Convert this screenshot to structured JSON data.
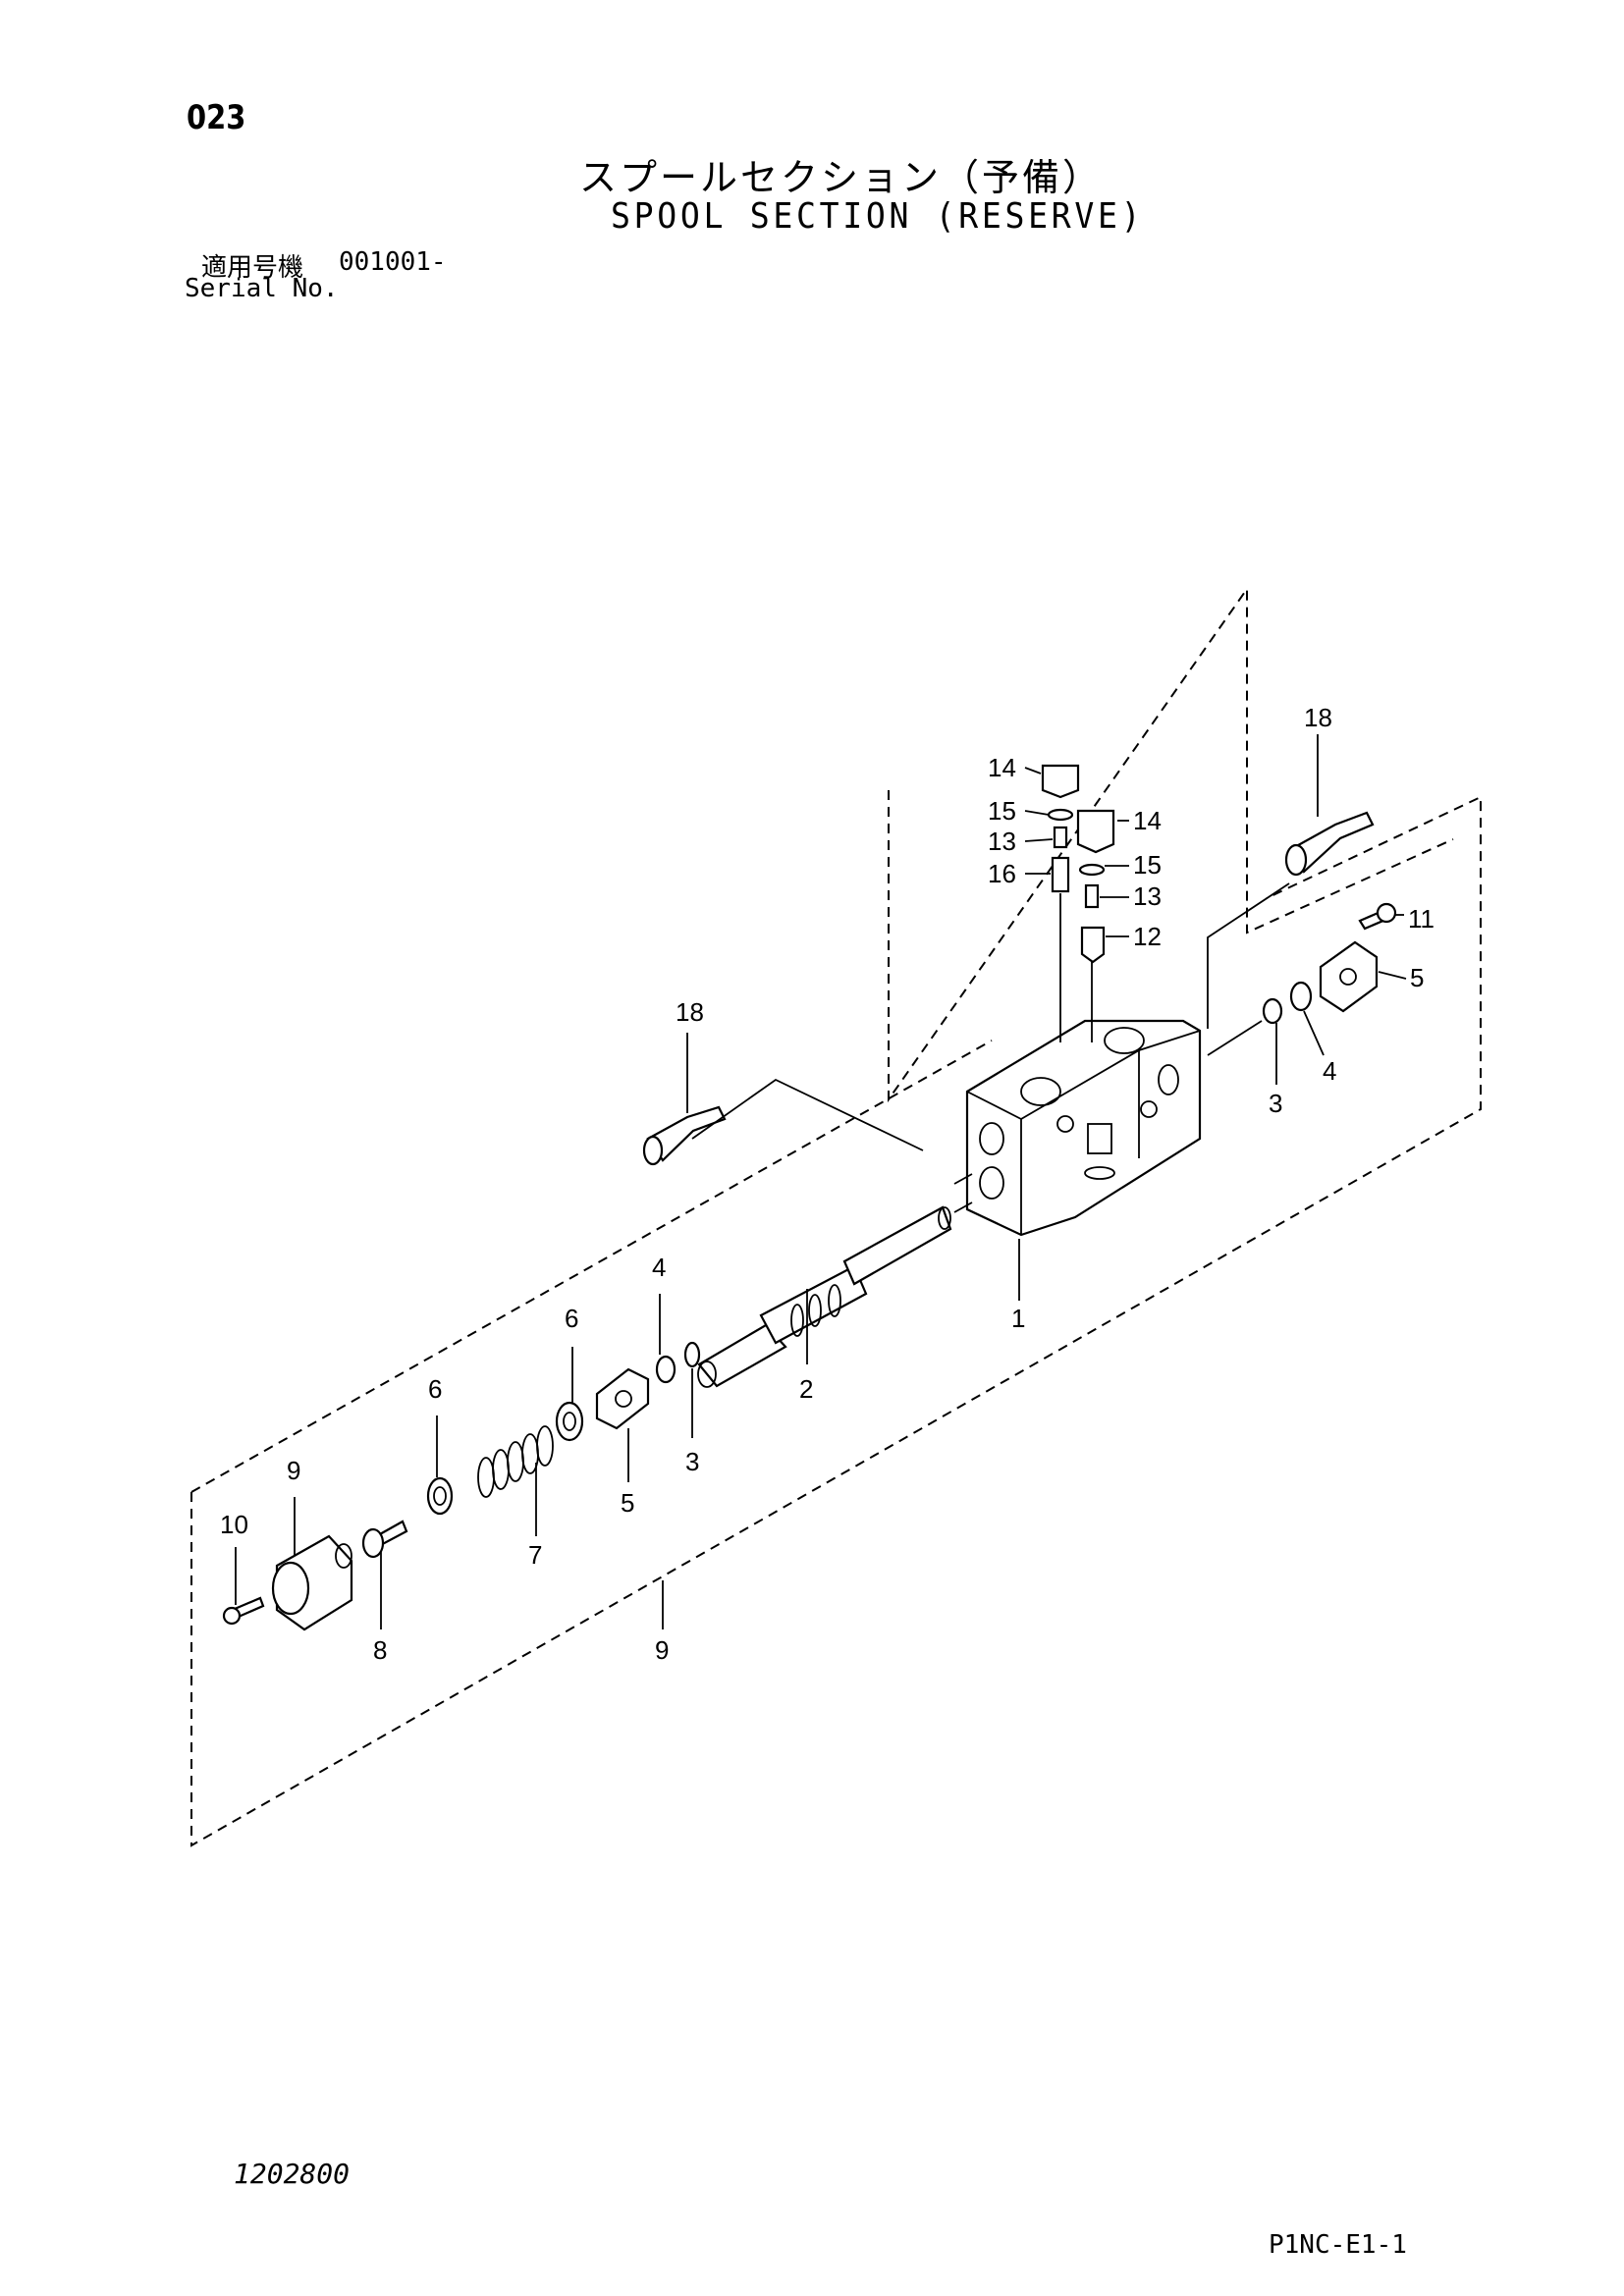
{
  "header": {
    "page_number": "023",
    "title_jp": "スプールセクション（予備）",
    "title_en": "SPOOL SECTION (RESERVE)",
    "serial_label_jp": "適用号機",
    "serial_value": "001001-",
    "serial_label_en": "Serial No."
  },
  "callouts": {
    "c1": "1",
    "c2": "2",
    "c3a": "3",
    "c3b": "3",
    "c4a": "4",
    "c4b": "4",
    "c5a": "5",
    "c5b": "5",
    "c6a": "6",
    "c6b": "6",
    "c7": "7",
    "c8": "8",
    "c9a": "9",
    "c9b": "9",
    "c10": "10",
    "c11": "11",
    "c12": "12",
    "c13a": "13",
    "c13b": "13",
    "c14a": "14",
    "c14b": "14",
    "c15a": "15",
    "c15b": "15",
    "c16": "16",
    "c18a": "18",
    "c18b": "18"
  },
  "footer": {
    "drawing_number": "1202800",
    "sheet_code": "P1NC-E1-1"
  }
}
